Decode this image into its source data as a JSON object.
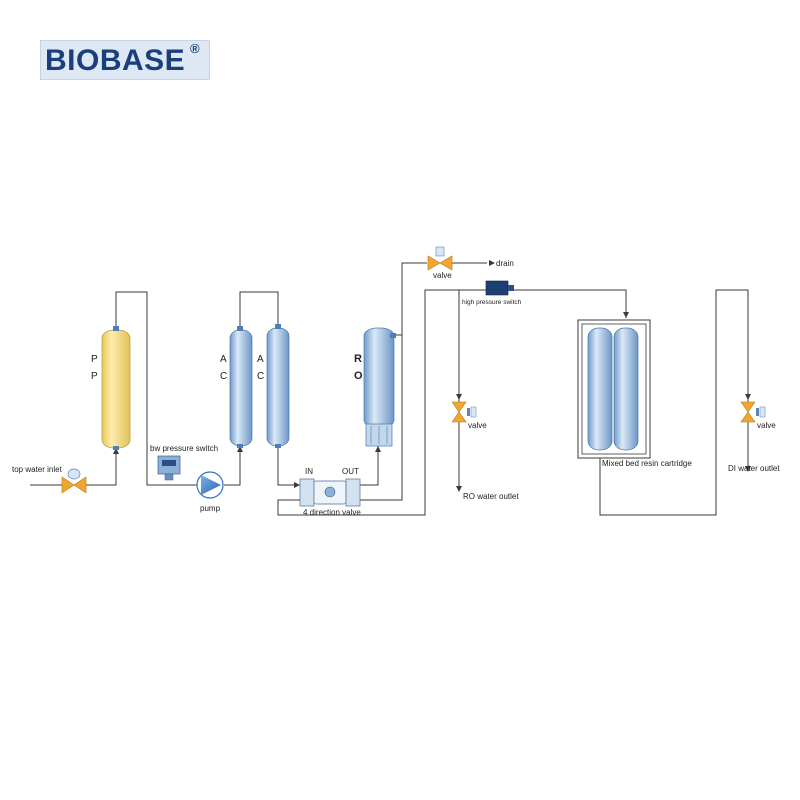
{
  "brand": {
    "name": "BIOBASE",
    "registered": "®"
  },
  "colors": {
    "pp_vessel": "#f3dc82",
    "blue_vessel": "#8fb6dd",
    "valve": "#f0a630",
    "pump": "#2f72c4",
    "pipe": "#3a3a3a",
    "logo_text": "#1b3f7a"
  },
  "labels": {
    "inlet": "top water inlet",
    "pressure_switch_low": "bw pressure switch",
    "pump": "pump",
    "four_way_valve": "4 direction valve",
    "port_in": "IN",
    "port_out": "OUT",
    "drain_valve": "valve",
    "drain": "drain",
    "high_pressure_switch": "high pressure switch",
    "ro_valve": "valve",
    "ro_outlet": "RO water outlet",
    "resin": "Mixed bed resin cartridge",
    "di_valve": "valve",
    "di_outlet": "DI water outlet"
  },
  "vessels": {
    "pp": [
      "P",
      "P"
    ],
    "ac1": [
      "A",
      "C"
    ],
    "ac2": [
      "A",
      "C"
    ],
    "ro": [
      "R",
      "O"
    ]
  }
}
